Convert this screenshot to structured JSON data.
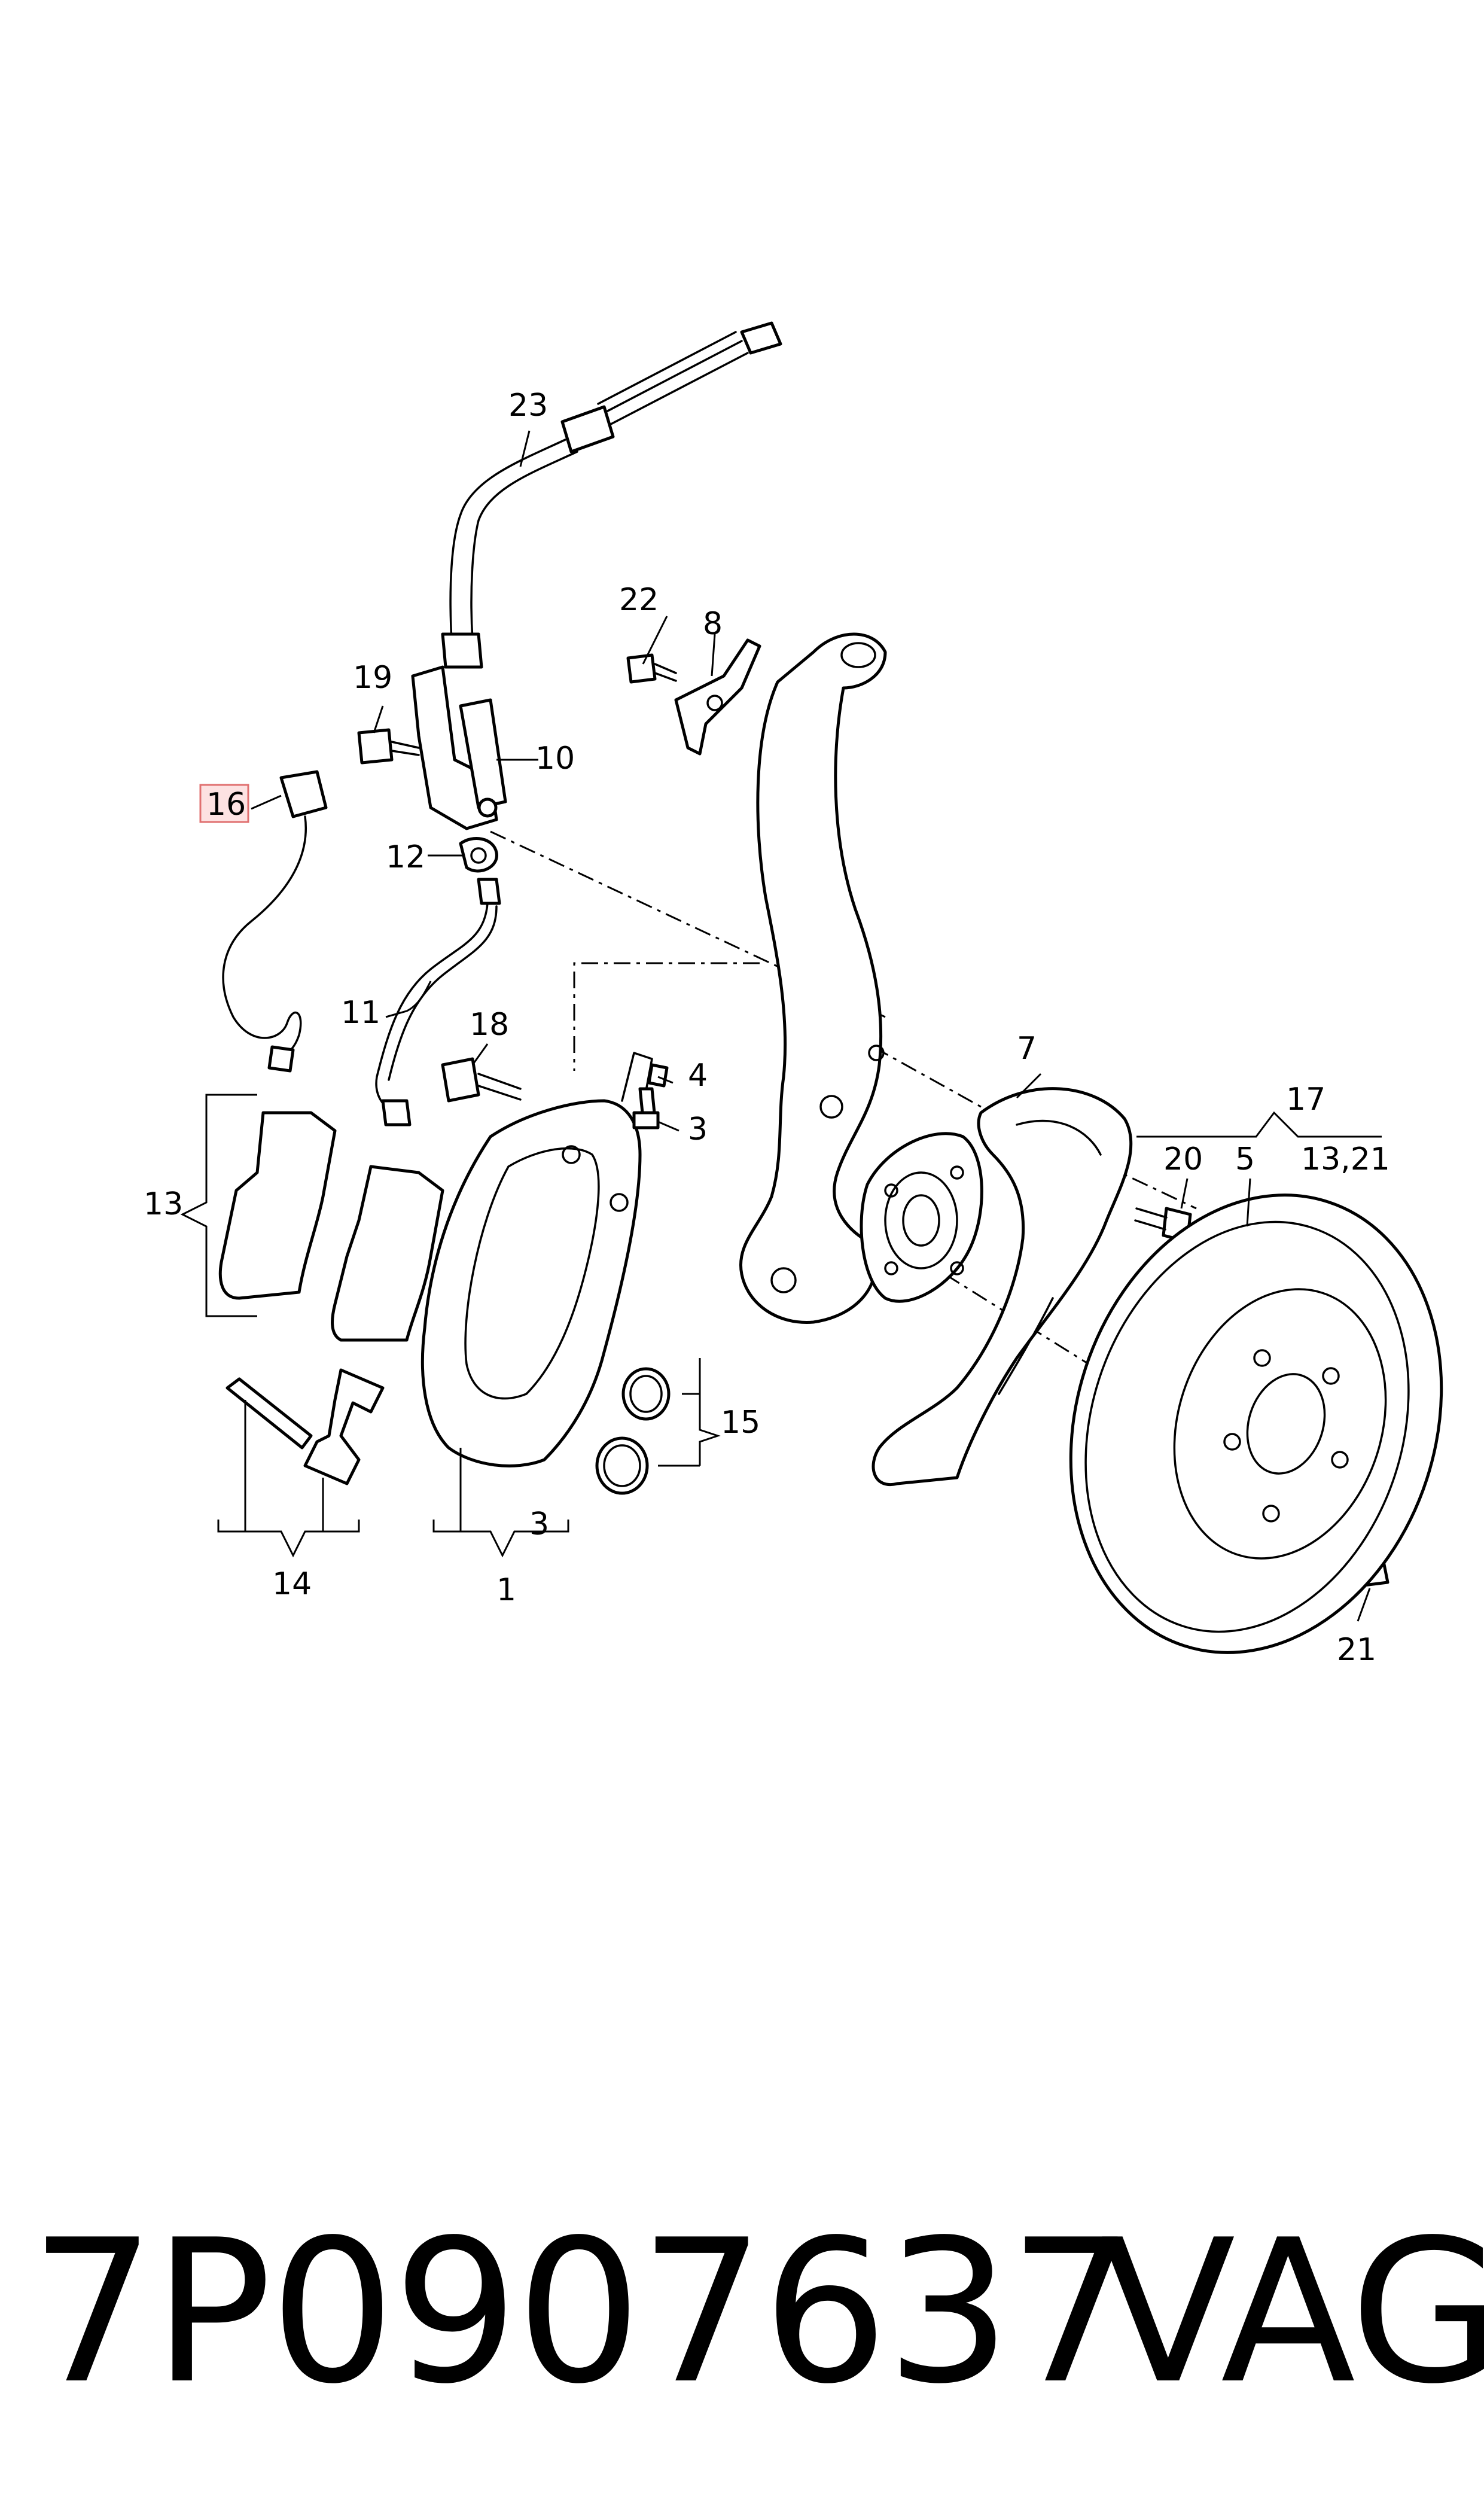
{
  "callouts": {
    "c1": "1",
    "c3": "3",
    "c3b": "3",
    "c4": "4",
    "c5": "5",
    "c7": "7",
    "c8": "8",
    "c10": "10",
    "c11": "11",
    "c12": "12",
    "c13": "13",
    "c14": "14",
    "c15": "15",
    "c16": "16",
    "c17": "17",
    "c1321": "13,21",
    "c18": "18",
    "c19": "19",
    "c20": "20",
    "c21a": "21",
    "c22": "22",
    "c23": "23"
  },
  "highlighted_callout": "16",
  "highlight_color": "#fde2e2",
  "footer": {
    "part_number": "7P0907637",
    "brand": "VAG"
  }
}
